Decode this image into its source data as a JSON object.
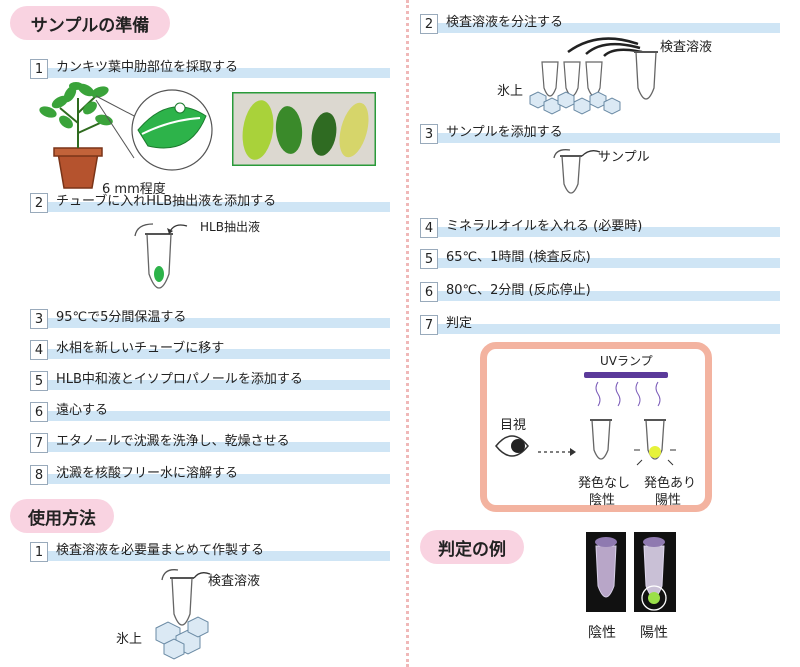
{
  "sections": {
    "sample_prep": "サンプルの準備",
    "usage": "使用方法",
    "example": "判定の例"
  },
  "prep_steps": [
    {
      "num": "1",
      "text": "カンキツ葉中肋部位を採取する"
    },
    {
      "num": "2",
      "text": "チューブに入れHLB抽出液を添加する"
    },
    {
      "num": "3",
      "text": "95℃で5分間保温する"
    },
    {
      "num": "4",
      "text": "水相を新しいチューブに移す"
    },
    {
      "num": "5",
      "text": "HLB中和液とイソプロパノールを添加する"
    },
    {
      "num": "6",
      "text": "遠心する"
    },
    {
      "num": "7",
      "text": "エタノールで沈澱を洗浄し、乾燥させる"
    },
    {
      "num": "8",
      "text": "沈澱を核酸フリー水に溶解する"
    }
  ],
  "usage_steps": [
    {
      "num": "1",
      "text": "検査溶液を必要量まとめて作製する"
    },
    {
      "num": "2",
      "text": "検査溶液を分注する"
    },
    {
      "num": "3",
      "text": "サンプルを添加する"
    },
    {
      "num": "4",
      "text": "ミネラルオイルを入れる (必要時)"
    },
    {
      "num": "5",
      "text": "65℃、1時間 (検査反応)"
    },
    {
      "num": "6",
      "text": "80℃、2分間 (反応停止)"
    },
    {
      "num": "7",
      "text": "判定"
    }
  ],
  "labels": {
    "size": "6 mm程度",
    "hlb_extract": "HLB抽出液",
    "test_solution": "検査溶液",
    "on_ice": "氷上",
    "test_solution2": "検査溶液",
    "on_ice2": "氷上",
    "sample": "サンプル",
    "uv_lamp": "UVランプ",
    "visual": "目視",
    "no_color": "発色なし",
    "negative": "陰性",
    "color": "発色あり",
    "positive": "陽性",
    "ex_negative": "陰性",
    "ex_positive": "陽性"
  },
  "colors": {
    "pill": "#f9d3e1",
    "bar": "#cfe5f5",
    "leaf_green": "#2db34a",
    "pot": "#b5532e",
    "judge_border": "#f3b3a0",
    "uv_lamp": "#5b3a9a",
    "positive_glow": "#e6f23a"
  }
}
